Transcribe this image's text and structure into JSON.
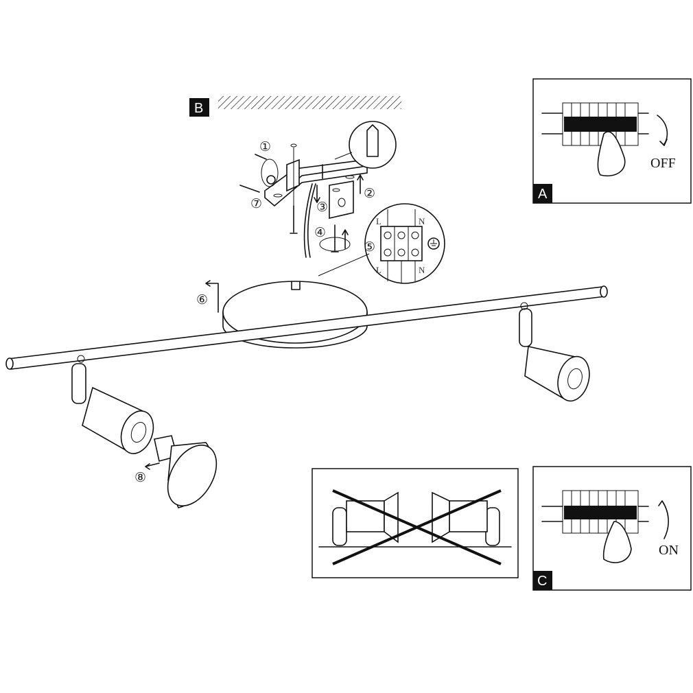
{
  "panels": {
    "a": {
      "label": "A",
      "action": "OFF"
    },
    "b": {
      "label": "B"
    },
    "c": {
      "label": "C",
      "action": "ON"
    }
  },
  "steps": [
    "①",
    "②",
    "③",
    "④",
    "⑤",
    "⑥",
    "⑦",
    "⑧"
  ],
  "terminal": {
    "live": "L",
    "neutral": "N"
  },
  "colors": {
    "ink": "#111111",
    "background": "#ffffff"
  }
}
